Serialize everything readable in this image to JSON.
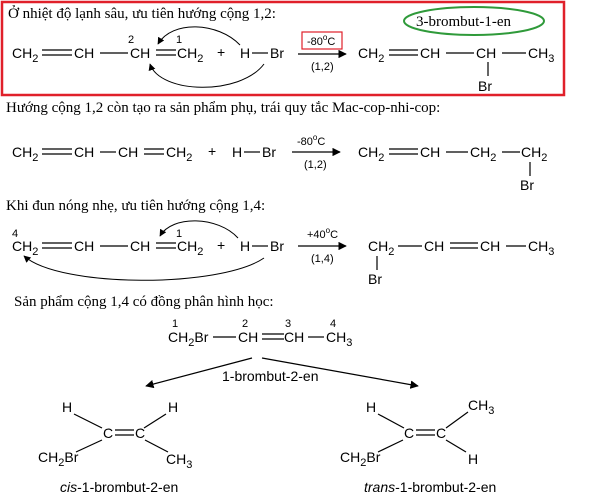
{
  "colors": {
    "highlight_box": "#e0202a",
    "name_ellipse": "#2f9a3a",
    "ink": "#000000"
  },
  "sections": [
    {
      "heading": "Ở nhiệt độ lạnh sâu, ưu tiên hướng cộng 1,2:"
    },
    {
      "heading": "Hướng cộng 1,2 còn tạo ra sản phẩm phụ, trái quy tắc Mac-cop-nhi-cop:"
    },
    {
      "heading": "Khi đun nóng nhẹ, ưu tiên hướng cộng 1,4:"
    },
    {
      "heading": "Sản phẩm cộng 1,4 có đồng phân hình học:"
    }
  ],
  "labels": {
    "ch2": "CH",
    "sub2": "2",
    "sub3": "3",
    "ch": "CH",
    "ch3": "CH",
    "h": "H",
    "br": "Br",
    "c": "C",
    "ch2br": "CH",
    "ch2br_br": "Br",
    "plus": "+",
    "n1": "1",
    "n2": "2",
    "n3": "3",
    "n4": "4"
  },
  "reactions": [
    {
      "temp": "-80",
      "unit": "C",
      "deg": "o",
      "mode": "(1,2)",
      "product_name": "3-brombut-1-en"
    },
    {
      "temp": "-80",
      "unit": "C",
      "deg": "o",
      "mode": "(1,2)"
    },
    {
      "temp": "+40",
      "unit": "C",
      "deg": "o",
      "mode": "(1,4)"
    }
  ],
  "isomers": {
    "center_label": "1-brombut-2-en",
    "cis_prefix": "cis",
    "trans_prefix": "trans",
    "suffix": "-1-brombut-2-en"
  }
}
